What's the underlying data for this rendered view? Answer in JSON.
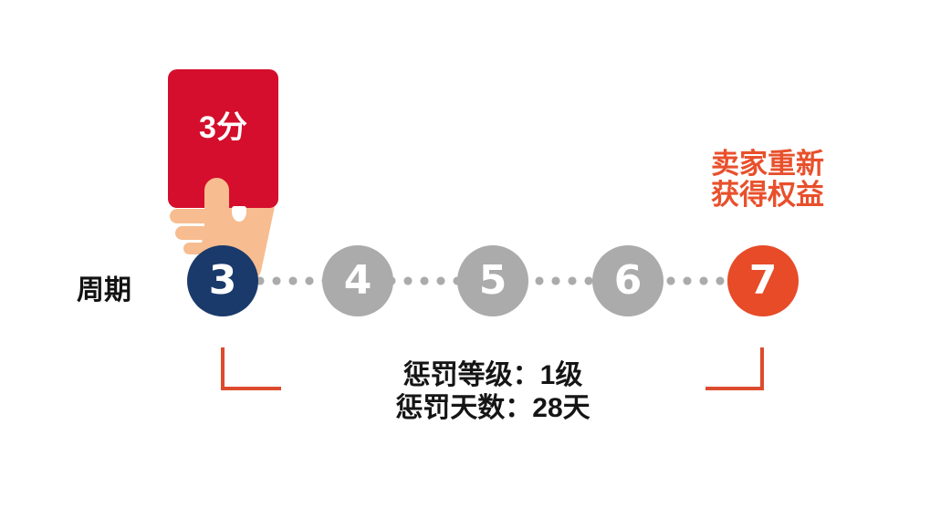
{
  "canvas": {
    "background": "#FFFFFF"
  },
  "red_card": {
    "label": "3分",
    "color": "#D40E2C",
    "label_color": "#FFFFFF"
  },
  "hand": {
    "skin_color": "#F7BC8F"
  },
  "timeline": {
    "axis_label": "周期",
    "connector_color": "#ABABAB",
    "nodes": [
      {
        "label": "3",
        "color": "#1A3A6B"
      },
      {
        "label": "4",
        "color": "#ABABAB"
      },
      {
        "label": "5",
        "color": "#ABABAB"
      },
      {
        "label": "6",
        "color": "#ABABAB"
      },
      {
        "label": "7",
        "color": "#E74B28"
      }
    ]
  },
  "rights_note": {
    "line1": "卖家重新",
    "line2": "获得权益",
    "color": "#E8502C"
  },
  "penalty_info": {
    "level_line": "惩罚等级：1级",
    "days_line": "惩罚天数：28天"
  },
  "brackets": {
    "color": "#DC4B2D"
  }
}
